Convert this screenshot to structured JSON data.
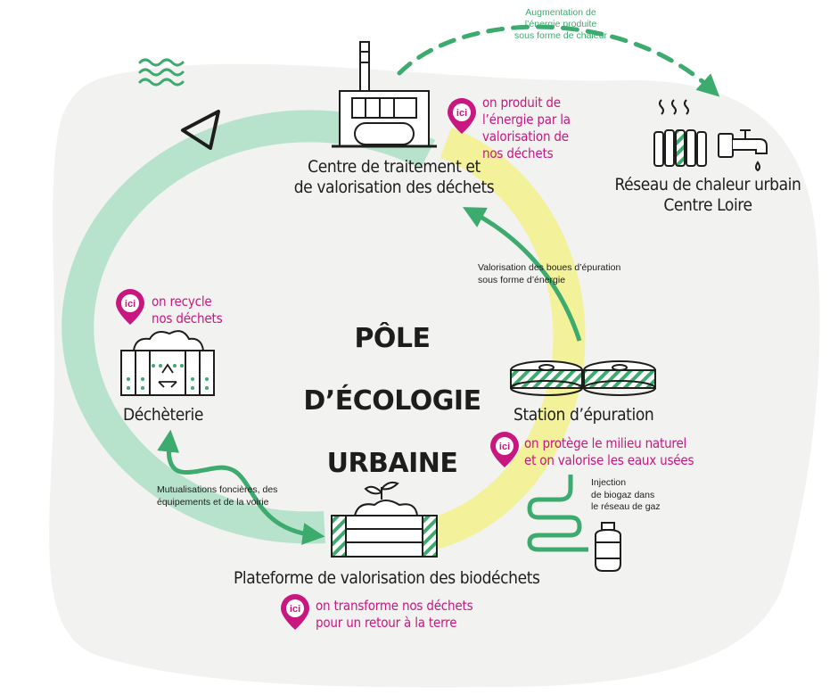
{
  "title": {
    "line1": "PÔLE",
    "line2": "D’ÉCOLOGIE",
    "line3": "URBAINE"
  },
  "facilities": {
    "waste_center": "Centre de traitement et\nde valorisation des déchets",
    "heat_network": "Réseau de chaleur urbain\nCentre Loire",
    "recycling": "Déchèterie",
    "wastewater": "Station d’épuration",
    "biowaste": "Plateforme de valorisation des biodéchets"
  },
  "callouts": {
    "pin_label": "ici",
    "energy": "on produit de\nl’énergie par la\nvalorisation de\nnos déchets",
    "recycle": "on recycle\nnos déchets",
    "protect": "on protège le milieu naturel\net on valorise les eaux usées",
    "transform": "on transforme nos déchets\npour un retour à la terre"
  },
  "flows": {
    "heat_increase": "Augmentation de\nl’énergie produite\nsous forme de chaleur",
    "sludge": "Valorisation des boues d’épuration\nsous forme d’énergie",
    "shared": "Mutualisations foncières, des\néquipements et de la voirie",
    "biogas": "Injection\nde biogaz dans\nle réseau de gaz"
  },
  "colors": {
    "pink": "#c8177f",
    "green": "#3daa6e",
    "mint": "#b7e3cc",
    "yellow": "#f3f199",
    "background_blob": "#f2f2f1",
    "ink": "#1d1d1b"
  },
  "icons": [
    "waves-icon",
    "triangle-icon",
    "factory-icon",
    "radiator-icon",
    "faucet-icon",
    "recycle-bin-icon",
    "clarifier-tanks-icon",
    "compost-box-icon",
    "gas-bottle-icon",
    "location-pin-icon"
  ]
}
